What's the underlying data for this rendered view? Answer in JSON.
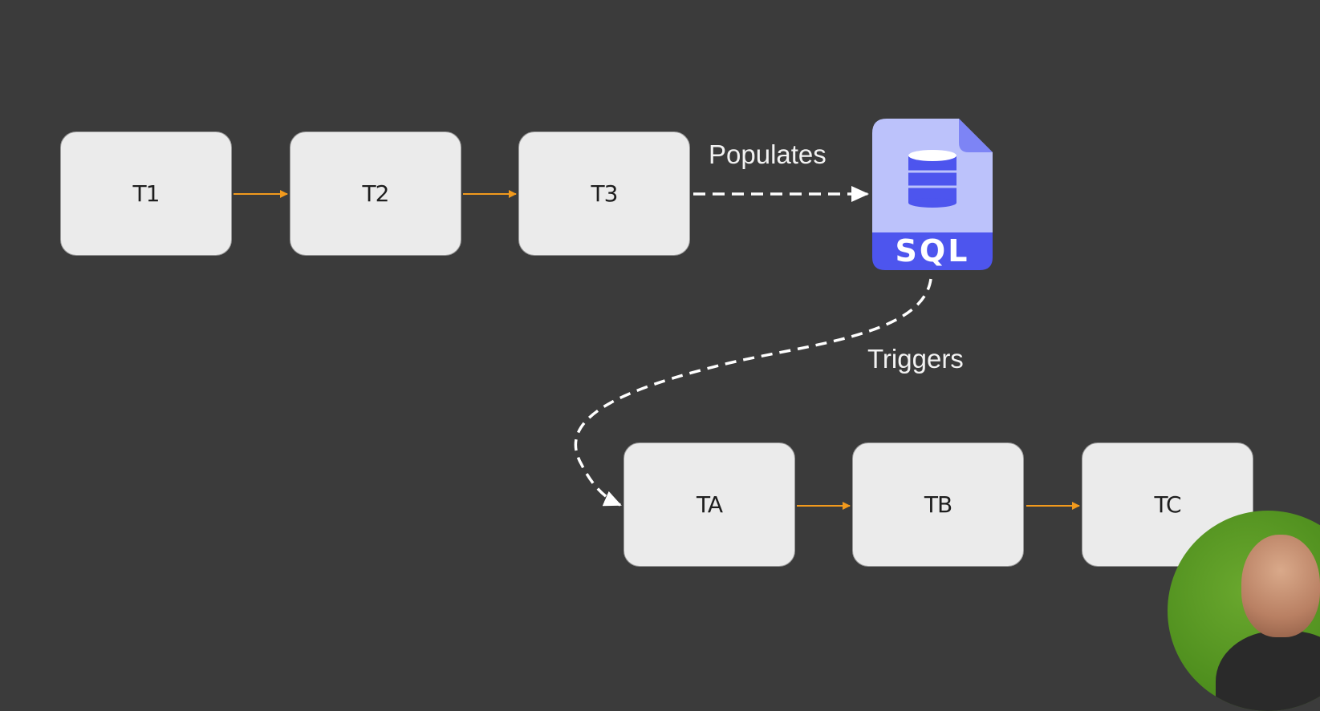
{
  "diagram": {
    "upper_chain": [
      "T1",
      "T2",
      "T3"
    ],
    "lower_chain": [
      "TA",
      "TB",
      "TC"
    ],
    "populates_label": "Populates",
    "triggers_label": "Triggers",
    "sql_label": "SQL"
  },
  "colors": {
    "background": "#3b3b3b",
    "task_fill": "#ebebeb",
    "arrow_orange": "#f29a1d",
    "dashed_white": "#ffffff",
    "sql_light": "#bcc2fb",
    "sql_dark": "#4d55ee"
  },
  "icons": {
    "sql": "sql-database-file-icon",
    "webcam": "presenter-webcam"
  }
}
